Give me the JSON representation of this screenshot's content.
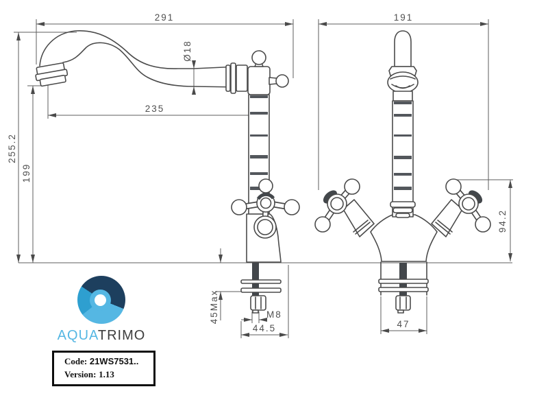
{
  "drawing": {
    "title": "two-handle mono basin mixer technical drawing",
    "colors": {
      "line": "#4a4a4a",
      "dim_line": "#5c5c5c",
      "dark_fill": "#43474b"
    },
    "dims": {
      "side_total_width": "291",
      "side_spout_reach": "235",
      "side_total_height": "255.2",
      "side_spout_height": "199",
      "spout_diameter": "Ø18",
      "deck_thickness_max": "45Max",
      "thread_size": "M8",
      "side_base_width": "44.5",
      "front_total_width": "191",
      "front_handle_height": "94.2",
      "front_base_width": "47"
    }
  },
  "branding": {
    "word_primary": "AQUA",
    "word_secondary": "TRIMO",
    "colors": {
      "navy": "#1d3f5e",
      "mid_blue": "#2e9fd0",
      "light_blue": "#55b7e3",
      "text_dark": "#3d3d3d"
    }
  },
  "info_box": {
    "code_label": "Code:",
    "code_value": "21WS7531..",
    "version_label": "Version:",
    "version_value": "1.13"
  }
}
